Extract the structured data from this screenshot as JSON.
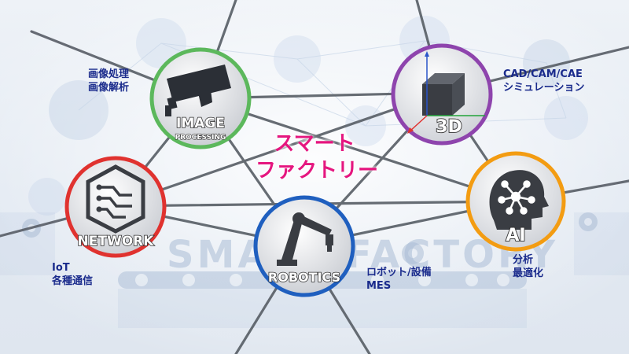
{
  "center_title": {
    "line1": "スマート",
    "line2": "ファクトリー"
  },
  "background_text": "SMART FACTORY",
  "nodes": {
    "image": {
      "label_line1": "IMAGE",
      "label_line2": "PROCESSING",
      "ring_color": "#5cb85c",
      "desc": [
        "画像処理",
        "画像解析"
      ]
    },
    "cad3d": {
      "label": "3D",
      "ring_color": "#8e44ad",
      "desc": [
        "CAD/CAM/CAE",
        "シミュレーション"
      ]
    },
    "network": {
      "label": "NETWORK",
      "ring_color": "#e0322f",
      "desc": [
        "IoT",
        "各種通信"
      ]
    },
    "robotics": {
      "label": "ROBOTICS",
      "ring_color": "#1f5fbf",
      "desc": [
        "ロボット/設備",
        "MES"
      ]
    },
    "ai": {
      "label": "AI",
      "ring_color": "#f39c12",
      "desc": [
        "分析",
        "最適化"
      ]
    }
  },
  "colors": {
    "link_line": "#5a6068",
    "title_pink": "#e5167f",
    "desc_navy": "#1a2b8c"
  }
}
